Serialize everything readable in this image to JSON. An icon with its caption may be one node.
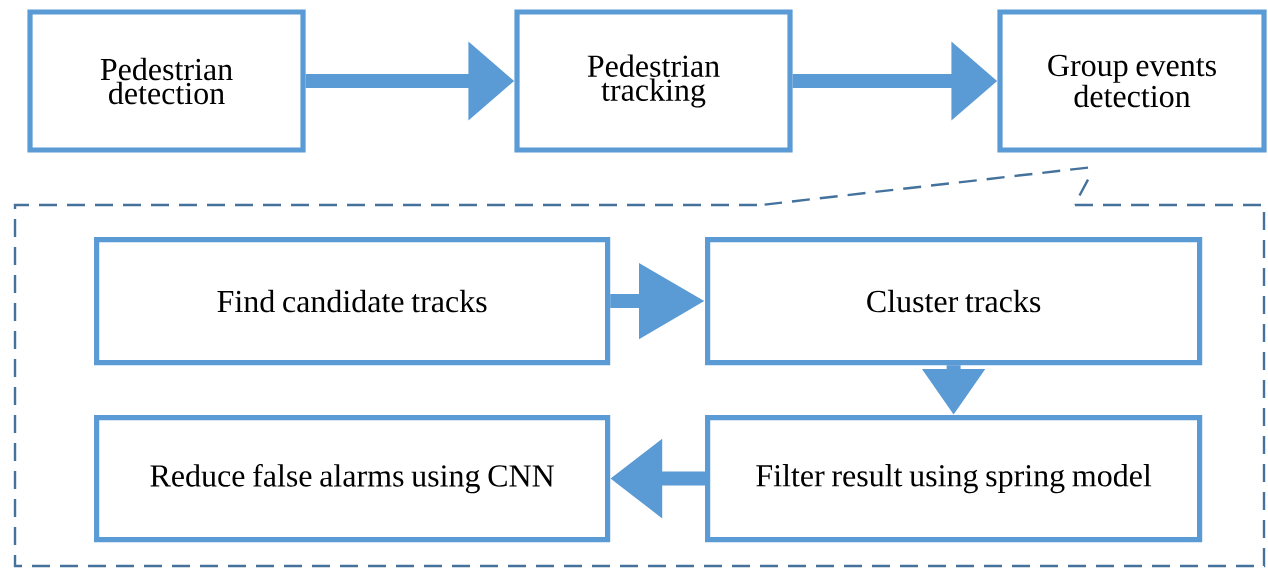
{
  "diagram": {
    "nodes": [
      {
        "text": [
          "Pedestrian detection"
        ]
      },
      {
        "text": [
          "Pedestrian tracking"
        ]
      },
      {
        "text": [
          "Group events detection"
        ]
      },
      {
        "text": [],
        "shape": "box"
      },
      {
        "text": [
          "Find candidate tracks"
        ],
        "in": 3
      },
      {
        "text": [
          "Cluster tracks"
        ],
        "in": 3
      },
      {
        "text": [
          "Filter result using spring model"
        ],
        "in": 3
      },
      {
        "text": [
          "Reduce false alarms using CNN"
        ],
        "in": 3
      }
    ],
    "edges": [
      {
        "from": 0,
        "to": 1,
        "arrow": "to"
      },
      {
        "from": 1,
        "to": 2,
        "arrow": "to"
      },
      {
        "from": 2,
        "to": 3,
        "arrow": "none",
        "style": "dashed",
        "color": "#44729c"
      },
      {
        "from": 2,
        "to": 3,
        "arrow": "none",
        "style": "dashed",
        "color": "#44729c"
      },
      {
        "from": 4,
        "to": 5,
        "arrow": "to"
      },
      {
        "from": 5,
        "to": 6,
        "arrow": "to"
      },
      {
        "from": 6,
        "to": 7,
        "arrow": "to"
      }
    ]
  }
}
